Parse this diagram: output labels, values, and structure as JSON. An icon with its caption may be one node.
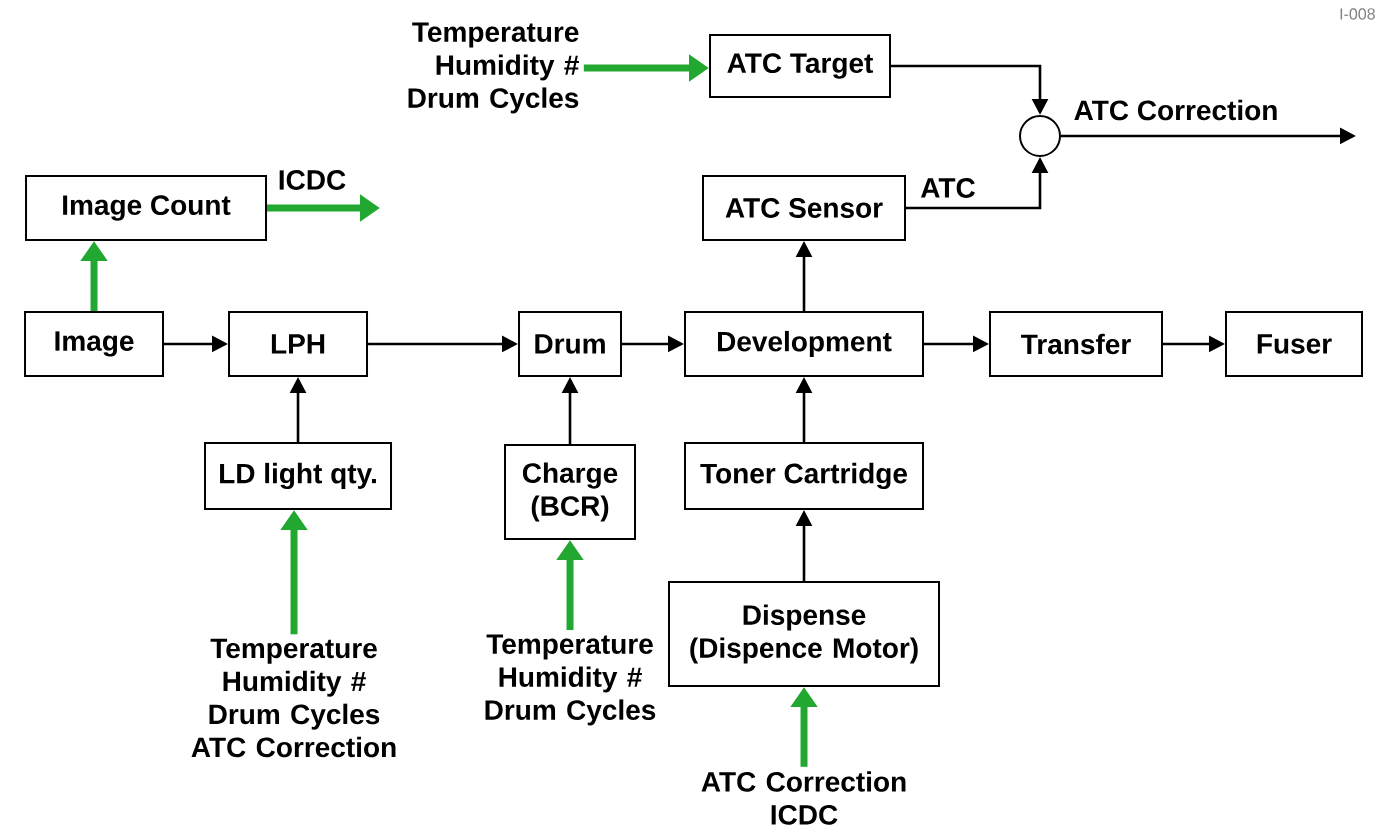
{
  "diagram": {
    "nodes": [
      {
        "text": [
          "Temperature Humidity # Drum Cycles"
        ]
      },
      {
        "text": [
          "ATC Target"
        ]
      },
      {
        "text": [],
        "shape": "circle"
      },
      {
        "text": [
          "Image Count"
        ]
      },
      {
        "text": [
          "ATC Sensor"
        ]
      },
      {
        "text": [
          "Image"
        ]
      },
      {
        "text": [
          "LPH"
        ]
      },
      {
        "text": [
          "Drum"
        ]
      },
      {
        "text": [
          "Development"
        ]
      },
      {
        "text": [
          "Transfer"
        ]
      },
      {
        "text": [
          "Fuser"
        ]
      },
      {
        "text": [
          "LD light qty."
        ]
      },
      {
        "text": [
          "Charge (BCR)"
        ]
      },
      {
        "text": [
          "Toner Cartridge"
        ]
      },
      {
        "text": [
          "Temperature Humidity # Drum Cycles ATC Correction"
        ]
      },
      {
        "text": [
          "Temperature Humidity # Drum Cycles"
        ]
      },
      {
        "text": [
          "Dispense (Dispence Motor)"
        ]
      },
      {
        "text": [
          "ATC Correction ICDC"
        ]
      }
    ],
    "edges": [
      {
        "from": 0,
        "to": 1,
        "arrow": "to",
        "style": "thick",
        "color": "#22a830"
      },
      {
        "from": 1,
        "to": 2,
        "arrow": "to"
      },
      {
        "from": 4,
        "to": 2,
        "arrow": "to",
        "label": "ATC"
      },
      {
        "from": 2,
        "to": null,
        "arrow": "to",
        "label": "ATC Correction"
      },
      {
        "from": 3,
        "to": null,
        "arrow": "to",
        "label": "ICDC",
        "style": "thick",
        "color": "#22a830"
      },
      {
        "from": 5,
        "to": 3,
        "arrow": "to",
        "style": "thick",
        "color": "#22a830"
      },
      {
        "from": 5,
        "to": 6,
        "arrow": "to"
      },
      {
        "from": 6,
        "to": 7,
        "arrow": "to"
      },
      {
        "from": 7,
        "to": 8,
        "arrow": "to"
      },
      {
        "from": 8,
        "to": 9,
        "arrow": "to"
      },
      {
        "from": 9,
        "to": 10,
        "arrow": "to"
      },
      {
        "from": 8,
        "to": 4,
        "arrow": "to"
      },
      {
        "from": 11,
        "to": 6,
        "arrow": "to"
      },
      {
        "from": 12,
        "to": 7,
        "arrow": "to"
      },
      {
        "from": 13,
        "to": 8,
        "arrow": "to"
      },
      {
        "from": 16,
        "to": 13,
        "arrow": "to"
      },
      {
        "from": 14,
        "to": 11,
        "arrow": "to",
        "style": "thick",
        "color": "#22a830"
      },
      {
        "from": 15,
        "to": 12,
        "arrow": "to",
        "style": "thick",
        "color": "#22a830"
      },
      {
        "from": 17,
        "to": 16,
        "arrow": "to",
        "style": "thick",
        "color": "#22a830"
      }
    ],
    "labels": [
      "I-008"
    ]
  }
}
